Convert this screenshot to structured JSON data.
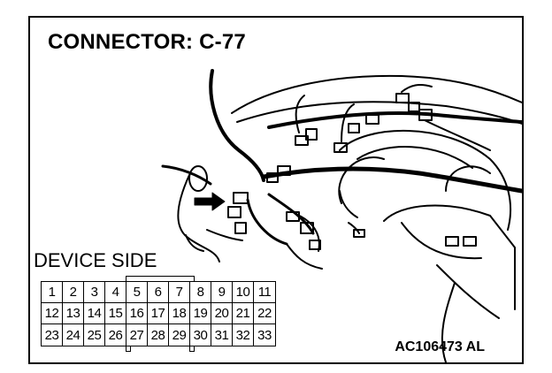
{
  "title": "CONNECTOR: C-77",
  "device_label": "DEVICE SIDE",
  "figure_code": "AC106473 AL",
  "connector": {
    "rows": [
      [
        "1",
        "2",
        "3",
        "4",
        "5",
        "6",
        "7",
        "8",
        "9",
        "10",
        "11"
      ],
      [
        "12",
        "13",
        "14",
        "15",
        "16",
        "17",
        "18",
        "19",
        "20",
        "21",
        "22"
      ],
      [
        "23",
        "24",
        "25",
        "26",
        "27",
        "28",
        "29",
        "30",
        "31",
        "32",
        "33"
      ]
    ]
  }
}
